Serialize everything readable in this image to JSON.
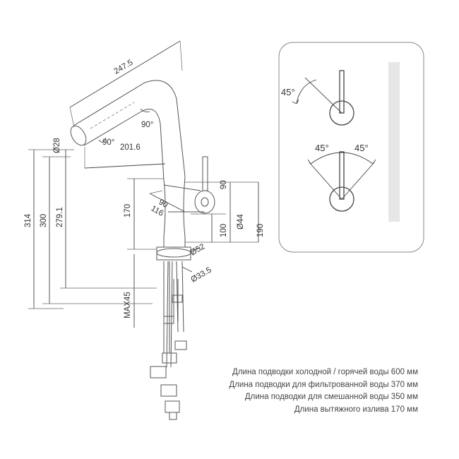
{
  "dimensions": {
    "d_247_5": "247.5",
    "d_201_6": "201.6",
    "d_90_a": "90°",
    "d_90_b": "90°",
    "d_28": "Ø28",
    "d_314": "314",
    "d_300": "300",
    "d_279_1": "279.1",
    "d_170": "170",
    "d_116": "116",
    "d_90_c": "90",
    "d_90_d": "90",
    "d_44": "Ø44",
    "d_100": "100",
    "d_190": "190",
    "d_52": "Ø52",
    "d_33_5": "Ø33.5",
    "d_max45": "MAX45"
  },
  "angles": {
    "top_left": "45°",
    "bottom_left": "45°",
    "bottom_right": "45°"
  },
  "notes": [
    "Длина подводки холодной / горячей воды 600 мм",
    "Длина подводки для фильтрованной воды 370 мм",
    "Длина подводки для смешанной воды 350 мм",
    "Длина вытяжного излива 170 мм"
  ],
  "colors": {
    "line": "#444444",
    "text": "#333333",
    "panel_border": "#888888",
    "indicator_bar": "#e6e6e6"
  }
}
